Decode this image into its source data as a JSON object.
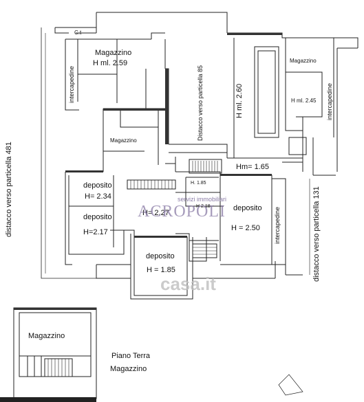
{
  "rooms": {
    "magazzino_top": "Magazzino",
    "magazzino_top_height": "H ml. 2.59",
    "magazzino_right": "Magazzino",
    "magazzino_right_height": "H ml. 2.45",
    "magazzino_mid": "Magazzino",
    "deposito_1": "deposito",
    "deposito_1_height": "H= 2.34",
    "deposito_2": "deposito",
    "deposito_2_height": "H=2.17",
    "center_height": "H= 2.27",
    "deposito_3": "deposito",
    "deposito_3_height": "H = 1.85",
    "deposito_4": "deposito",
    "deposito_4_height": "H = 2.50",
    "h_185": "H. 1.85",
    "h_218": "H 2.18",
    "hm_165": "Hm= 1.65",
    "h_260": "H ml. 2.60",
    "ct": "C.t",
    "magazzino_annex": "Magazzino"
  },
  "vertical_labels": {
    "intercapedine_left": "intercapedine",
    "intercapedine_right": "intercapedine",
    "intercapedine_bottom_right": "intercapedine",
    "distacco_85": "Distacco verso particella 85",
    "distacco_481": "distacco verso particella 481",
    "distacco_131": "distacco verso particella 131"
  },
  "caption": {
    "line1": "Piano Terra",
    "line2": "Magazzino"
  },
  "watermark": {
    "agency_tagline": "servizi immobiliari",
    "agency_name": "ACROPOLI",
    "site": "casa.it",
    "color": "#8a7ca6"
  }
}
